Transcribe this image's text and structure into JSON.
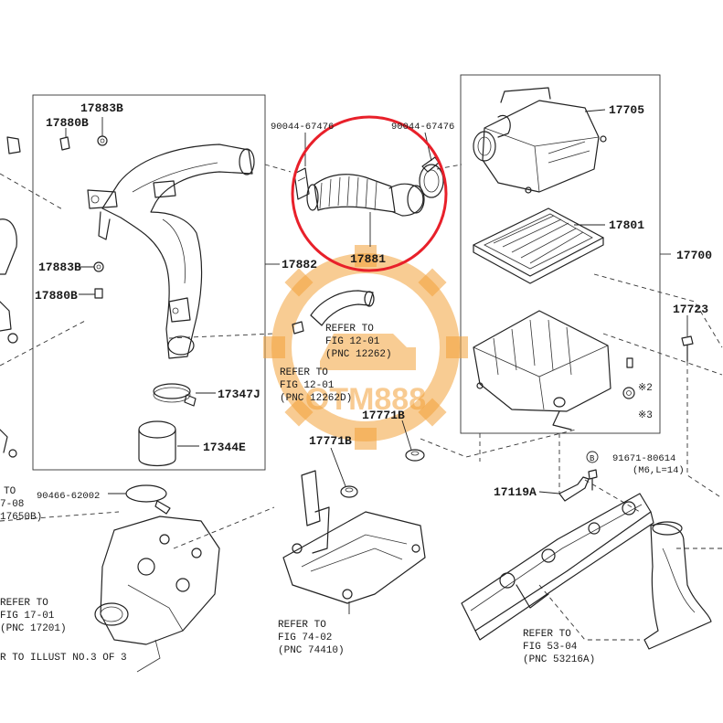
{
  "labels": {
    "p17883b_top": "17883B",
    "p17880b_top": "17880B",
    "p90044_left": "90044-67476",
    "p90044_right": "90044-67476",
    "p17705": "17705",
    "p17801": "17801",
    "p17700": "17700",
    "p17723": "17723",
    "p17881": "17881",
    "p17882": "17882",
    "p17883b_mid": "17883B",
    "p17880b_mid": "17880B",
    "p17347j": "17347J",
    "p17344e": "17344E",
    "p90466": "90466-62002",
    "p17771b_top": "17771B",
    "p17771b_mid": "17771B",
    "p91671": "91671-80614",
    "p91671_spec": "(M6,L=14)",
    "p17119a": "17119A",
    "note_x2": "※2",
    "note_x3": "※3",
    "circle_b": "B"
  },
  "refs": {
    "r1_line1": "REFER TO",
    "r1_line2": "FIG 12-01",
    "r1_line3": "(PNC 12262)",
    "r2_line1": "REFER TO",
    "r2_line2": "FIG 12-01",
    "r2_line3": "(PNC 12262D)",
    "r3_line1": "REFER TO",
    "r3_line2": "FIG 17-01",
    "r3_line3": "(PNC 17201)",
    "r4_line1": "REFER TO",
    "r4_line2": "FIG 74-02",
    "r4_line3": "(PNC 74410)",
    "r5_line1": "REFER TO",
    "r5_line2": "FIG 53-04",
    "r5_line3": "(PNC 53216A)",
    "edge_left1": "TO",
    "edge_left2": "7-08",
    "edge_left3": "17650B)",
    "edge_bottom": "R TO ILLUST NO.3 OF 3"
  },
  "watermark": {
    "text": "OTM888",
    "color": "#f3a23a"
  },
  "highlight": {
    "color": "#e8202a"
  }
}
